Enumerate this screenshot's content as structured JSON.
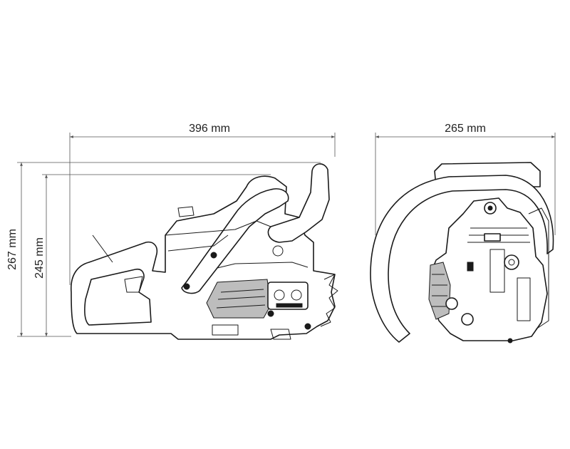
{
  "dimensions": {
    "side_length": "396 mm",
    "front_width": "265 mm",
    "overall_height": "267 mm",
    "body_height": "245 mm"
  },
  "colors": {
    "line": "#1a1a1a",
    "dimension_line": "#555555",
    "background": "#ffffff"
  }
}
